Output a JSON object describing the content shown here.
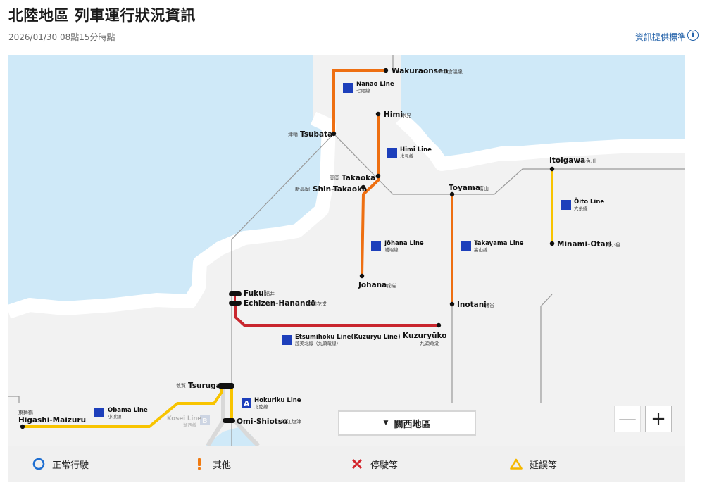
{
  "header": {
    "title": "北陸地區 列車運行狀況資訊",
    "timestamp": "2026/01/30 08點15分時點",
    "info_link": "資訊提供標準",
    "info_icon": "info-icon"
  },
  "colors": {
    "sea": "#cfe9f8",
    "land": "#f2f2f2",
    "coast": "#ffffff",
    "line_normal": "#ee6f12",
    "line_delay": "#f8c400",
    "line_suspended": "#c9262e",
    "line_default": "#9a9a9a",
    "line_badge": "#1d3fbb"
  },
  "stations": {
    "wakuraonsen": {
      "name": "Wakuraonsen",
      "ja": "和倉溫泉"
    },
    "himi": {
      "name": "Himi",
      "ja": "氷見"
    },
    "tsubata": {
      "name": "Tsubata",
      "ja": "津幡"
    },
    "takaoka": {
      "name": "Takaoka",
      "ja": "高岡"
    },
    "shin_takaoka": {
      "name": "Shin-Takaoka",
      "ja": "新高岡"
    },
    "toyama": {
      "name": "Toyama",
      "ja": "富山"
    },
    "itoigawa": {
      "name": "Itoigawa",
      "ja": "糸魚川"
    },
    "minami_otari": {
      "name": "Minami-Otari",
      "ja": "南小谷"
    },
    "johana": {
      "name": "Jōhana",
      "ja": "城端"
    },
    "inotani": {
      "name": "Inotani",
      "ja": "猪谷"
    },
    "fukui": {
      "name": "Fukui",
      "ja": "福井"
    },
    "echizen_hanando": {
      "name": "Echizen-Hanandō",
      "ja": "越前花堂"
    },
    "kuzuryuko": {
      "name": "Kuzuryūko",
      "ja": "九頭竜湖"
    },
    "tsuruga": {
      "name": "Tsuruga",
      "ja": "敦賀"
    },
    "omi_shiotsu": {
      "name": "Ōmi-Shiotsu",
      "ja": "近江塩津"
    },
    "higashi_maizuru": {
      "name": "Higashi-Maizuru",
      "ja": "東舞鶴"
    }
  },
  "lines": {
    "nanao": {
      "name": "Nanao Line",
      "ja": "七尾線"
    },
    "himi": {
      "name": "Himi Line",
      "ja": "氷見線"
    },
    "johana": {
      "name": "Jōhana Line",
      "ja": "城端線"
    },
    "takayama": {
      "name": "Takayama Line",
      "ja": "高山線"
    },
    "oito": {
      "name": "Ōito Line",
      "ja": "大糸線"
    },
    "etsumihoku": {
      "name": "Etsumihoku Line(Kuzuryū Line)",
      "ja": "越美北線（九頭竜線）"
    },
    "obama": {
      "name": "Obama Line",
      "ja": "小浜線"
    },
    "hokuriku": {
      "name": "Hokuriku Line",
      "ja": "北陸線",
      "badge": "A"
    },
    "kosei": {
      "name": "Kosei Line",
      "ja": "湖西線",
      "badge": "B"
    }
  },
  "region_selector": {
    "label": "關西地區",
    "caret": "▼"
  },
  "zoom": {
    "out_label": "—",
    "in_label": "+"
  },
  "legend": [
    {
      "icon": "circle-icon",
      "label": "正常行駛",
      "color": "#1f6fd1"
    },
    {
      "icon": "exclamation-icon",
      "label": "其他",
      "color": "#f07a10"
    },
    {
      "icon": "cross-icon",
      "label": "停駛等",
      "color": "#d3242b"
    },
    {
      "icon": "triangle-icon",
      "label": "延誤等",
      "color": "#f5b800"
    }
  ]
}
